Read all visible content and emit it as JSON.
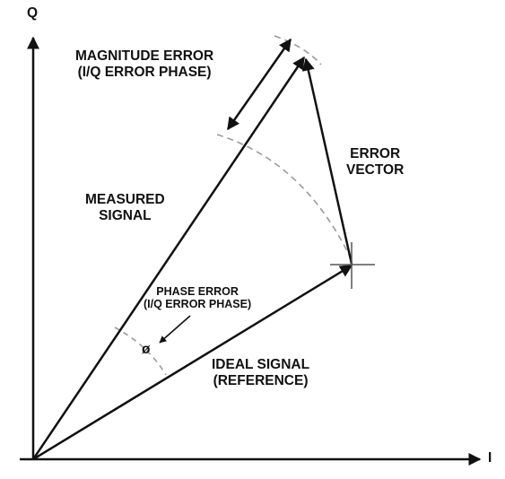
{
  "axes": {
    "q_label": "Q",
    "i_label": "I"
  },
  "labels": {
    "magnitude_error": [
      "MAGNITUDE ERROR",
      "(I/Q ERROR PHASE)"
    ],
    "error_vector": [
      "ERROR",
      "VECTOR"
    ],
    "measured_signal": [
      "MEASURED",
      "SIGNAL"
    ],
    "phase_error": [
      "PHASE ERROR",
      "(I/Q ERROR PHASE)"
    ],
    "phi": "ø",
    "ideal_signal": [
      "IDEAL SIGNAL",
      "(REFERENCE)"
    ]
  },
  "colors": {
    "ink": "#111111",
    "dashed": "#9a9a9a"
  }
}
